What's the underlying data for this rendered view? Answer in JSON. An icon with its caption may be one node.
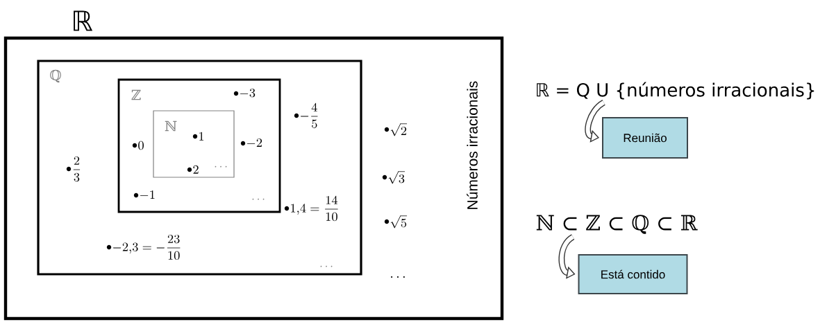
{
  "diagram": {
    "nodes": [
      {
        "text": [
          "ℝ"
        ]
      },
      {
        "text": [
          "ℚ"
        ],
        "in": 0
      },
      {
        "text": [
          "ℤ"
        ],
        "in": 1
      },
      {
        "text": [
          "ℕ"
        ],
        "in": 2
      },
      {
        "text": [
          "ℝ = Q U {números irracionais}"
        ]
      },
      {
        "text": [
          "Reunião"
        ]
      },
      {
        "text": [
          "ℕ ⊂ ℤ ⊂ ℚ ⊂ ℝ"
        ]
      },
      {
        "text": [
          "Está contido"
        ]
      }
    ],
    "edges": [
      {
        "from": 4,
        "to": 5,
        "arrow": "to"
      },
      {
        "from": 6,
        "to": 7,
        "arrow": "to"
      }
    ],
    "labels": [
      "-3",
      "-\\frac{4}{5}",
      "1",
      "\\sqrt{2}",
      "0",
      "-2",
      "\\frac{2}{3}",
      "2",
      "\\cdots",
      "\\sqrt{3}",
      "-1",
      "\\cdots",
      "1{,}4=\\frac{14}{10}",
      "\\sqrt{5}",
      "-2{,}3=-\\frac{23}{10}",
      "\\cdots",
      "\\dots",
      "Números irracionais"
    ]
  }
}
